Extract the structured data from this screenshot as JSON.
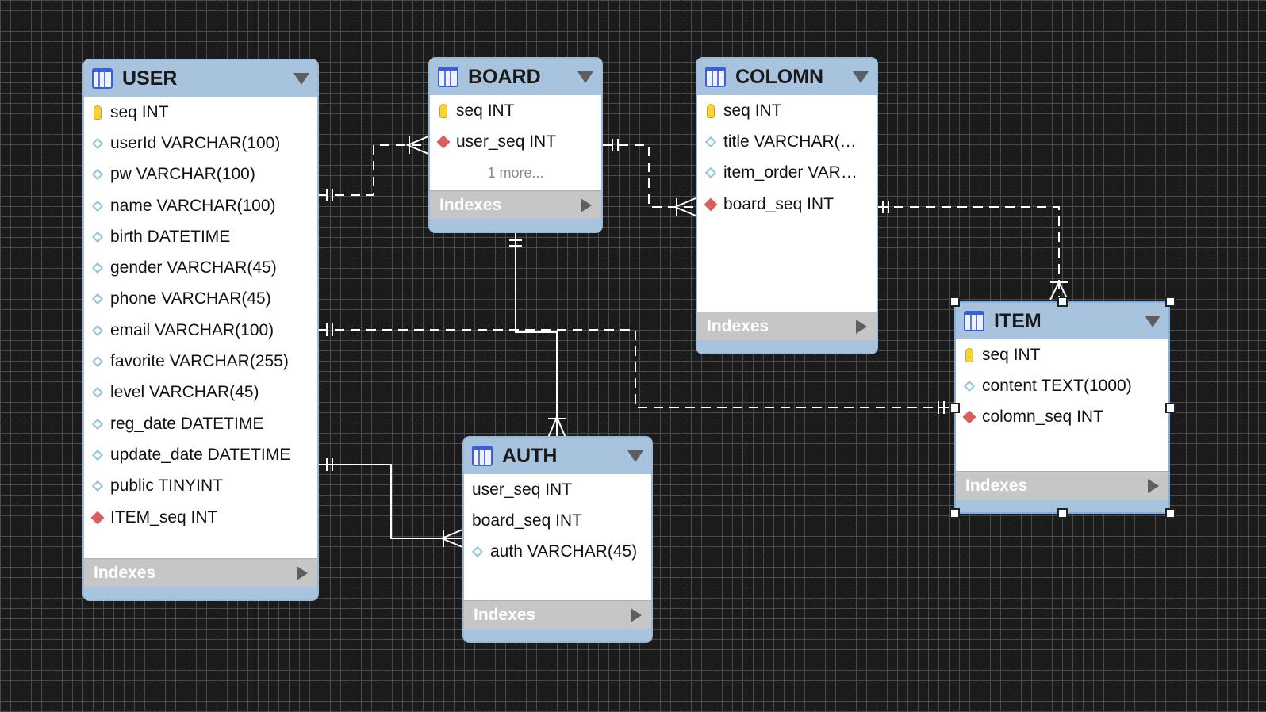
{
  "entities": {
    "user": {
      "name": "USER",
      "columns": [
        {
          "text": "seq INT",
          "kind": "pk"
        },
        {
          "text": "userId VARCHAR(100)",
          "kind": "col"
        },
        {
          "text": "pw VARCHAR(100)",
          "kind": "col"
        },
        {
          "text": "name VARCHAR(100)",
          "kind": "col"
        },
        {
          "text": "birth DATETIME",
          "kind": "col"
        },
        {
          "text": "gender VARCHAR(45)",
          "kind": "col"
        },
        {
          "text": "phone VARCHAR(45)",
          "kind": "col"
        },
        {
          "text": "email VARCHAR(100)",
          "kind": "col"
        },
        {
          "text": "favorite VARCHAR(255)",
          "kind": "col"
        },
        {
          "text": "level VARCHAR(45)",
          "kind": "col"
        },
        {
          "text": "reg_date DATETIME",
          "kind": "col"
        },
        {
          "text": "update_date DATETIME",
          "kind": "col"
        },
        {
          "text": "public TINYINT",
          "kind": "col"
        },
        {
          "text": "ITEM_seq INT",
          "kind": "fk"
        }
      ],
      "indexes_label": "Indexes"
    },
    "board": {
      "name": "BOARD",
      "columns": [
        {
          "text": "seq INT",
          "kind": "pk"
        },
        {
          "text": "user_seq INT",
          "kind": "fk"
        }
      ],
      "more": "1 more...",
      "indexes_label": "Indexes"
    },
    "colomn": {
      "name": "COLOMN",
      "columns": [
        {
          "text": "seq INT",
          "kind": "pk"
        },
        {
          "text": "title VARCHAR(…",
          "kind": "col"
        },
        {
          "text": "item_order VAR…",
          "kind": "col"
        },
        {
          "text": "board_seq INT",
          "kind": "fk"
        }
      ],
      "indexes_label": "Indexes"
    },
    "item": {
      "name": "ITEM",
      "columns": [
        {
          "text": "seq INT",
          "kind": "pk"
        },
        {
          "text": "content TEXT(1000)",
          "kind": "col"
        },
        {
          "text": "colomn_seq INT",
          "kind": "fk"
        }
      ],
      "indexes_label": "Indexes"
    },
    "auth": {
      "name": "AUTH",
      "columns": [
        {
          "text": "user_seq INT",
          "kind": "none"
        },
        {
          "text": "board_seq INT",
          "kind": "none"
        },
        {
          "text": "auth VARCHAR(45)",
          "kind": "col"
        }
      ],
      "indexes_label": "Indexes"
    }
  },
  "relationships": [
    {
      "from": "USER",
      "to": "BOARD",
      "style": "dashed"
    },
    {
      "from": "BOARD",
      "to": "COLOMN",
      "style": "dashed"
    },
    {
      "from": "COLOMN",
      "to": "ITEM",
      "style": "dashed"
    },
    {
      "from": "USER",
      "to": "ITEM",
      "style": "dashed"
    },
    {
      "from": "BOARD",
      "to": "AUTH",
      "style": "solid"
    },
    {
      "from": "USER",
      "to": "AUTH",
      "style": "solid"
    }
  ],
  "colors": {
    "canvas": "#1b1b1b",
    "grid": "#4a4a4a",
    "header": "#a8c3de",
    "indexes_bar": "#c6c6c6",
    "pk_icon": "#f7d23a",
    "fk_icon": "#d95f5f",
    "column_icon": "#8fc6d8",
    "connector": "#ffffff"
  },
  "selected_entity": "ITEM"
}
